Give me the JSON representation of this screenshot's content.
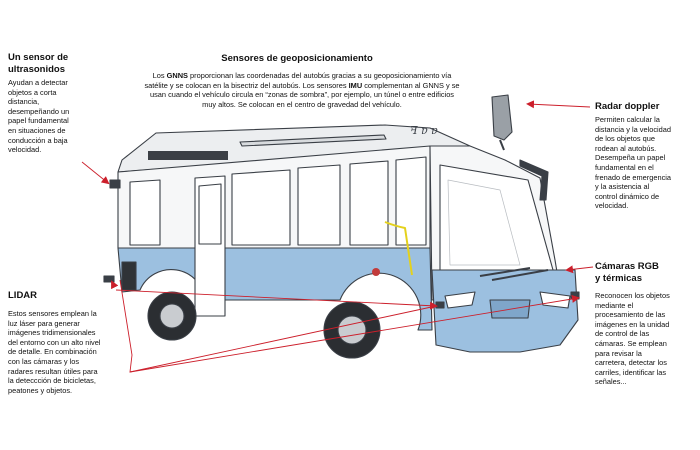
{
  "ultrasonic": {
    "title_line1": "Un sensor de",
    "title_line2": "ultrasonidos",
    "body_lines": [
      "Ayudan a detectar",
      "objetos a corta",
      "distancia,",
      "desempeñando un",
      "papel fundamental",
      "en situaciones de",
      "conducción a baja",
      "velocidad."
    ]
  },
  "gnss": {
    "title": "Sensores de geoposicionamiento",
    "line1_pre": "Los ",
    "line1_bold": "GNNS",
    "line1_post": " proporcionan las coordenadas del autobús gracias a su geoposicionamiento vía",
    "line2_pre": "satélite y se colocan en la bisectriz del autobús. Los sensores ",
    "line2_bold": "IMU",
    "line2_post": " complementan al GNNS y se",
    "line3": "usan cuando el vehículo circula en “zonas de sombra”, por ejemplo, un túnel o entre edificios",
    "line4": "muy altos. Se colocan en el centro de gravedad del vehículo."
  },
  "radar": {
    "title": "Radar doppler",
    "body_lines": [
      "Permiten calcular la",
      "distancia y la velocidad",
      "de los objetos que",
      "rodean al autobús.",
      "Desempeña un papel",
      "fundamental en el",
      "frenado de emergencia",
      "y la asistencia al",
      "control dinámico de",
      "velocidad."
    ]
  },
  "cameras": {
    "title_line1": "Cámaras RGB",
    "title_line2": "y térmicas",
    "body_lines": [
      "Reconocen los objetos",
      "mediante el",
      "procesamiento de las",
      "imágenes en la unidad",
      "de control de las",
      "cámaras. Se emplean",
      "para revisar la",
      "carretera, detectar  los",
      "carriles, identificar las",
      "señales..."
    ]
  },
  "lidar": {
    "title": "LIDAR",
    "body_lines": [
      "Estos sensores emplean la",
      "luz láser para generar",
      "imágenes tridimensionales",
      "del entorno con un alto nivel",
      "de detalle. En combinación",
      "con las cámaras y los",
      "radares resultan útiles para",
      "la deteccción de bicicletas,",
      "peatones y objetos."
    ]
  },
  "bus": {
    "roof_logo": "ꟻ ɐ ɐ"
  },
  "colors": {
    "arrow": "#cc1f2b",
    "bus_blue": "#9cc0e0",
    "bus_white": "#f6f7f8",
    "outline": "#3a3f46"
  }
}
